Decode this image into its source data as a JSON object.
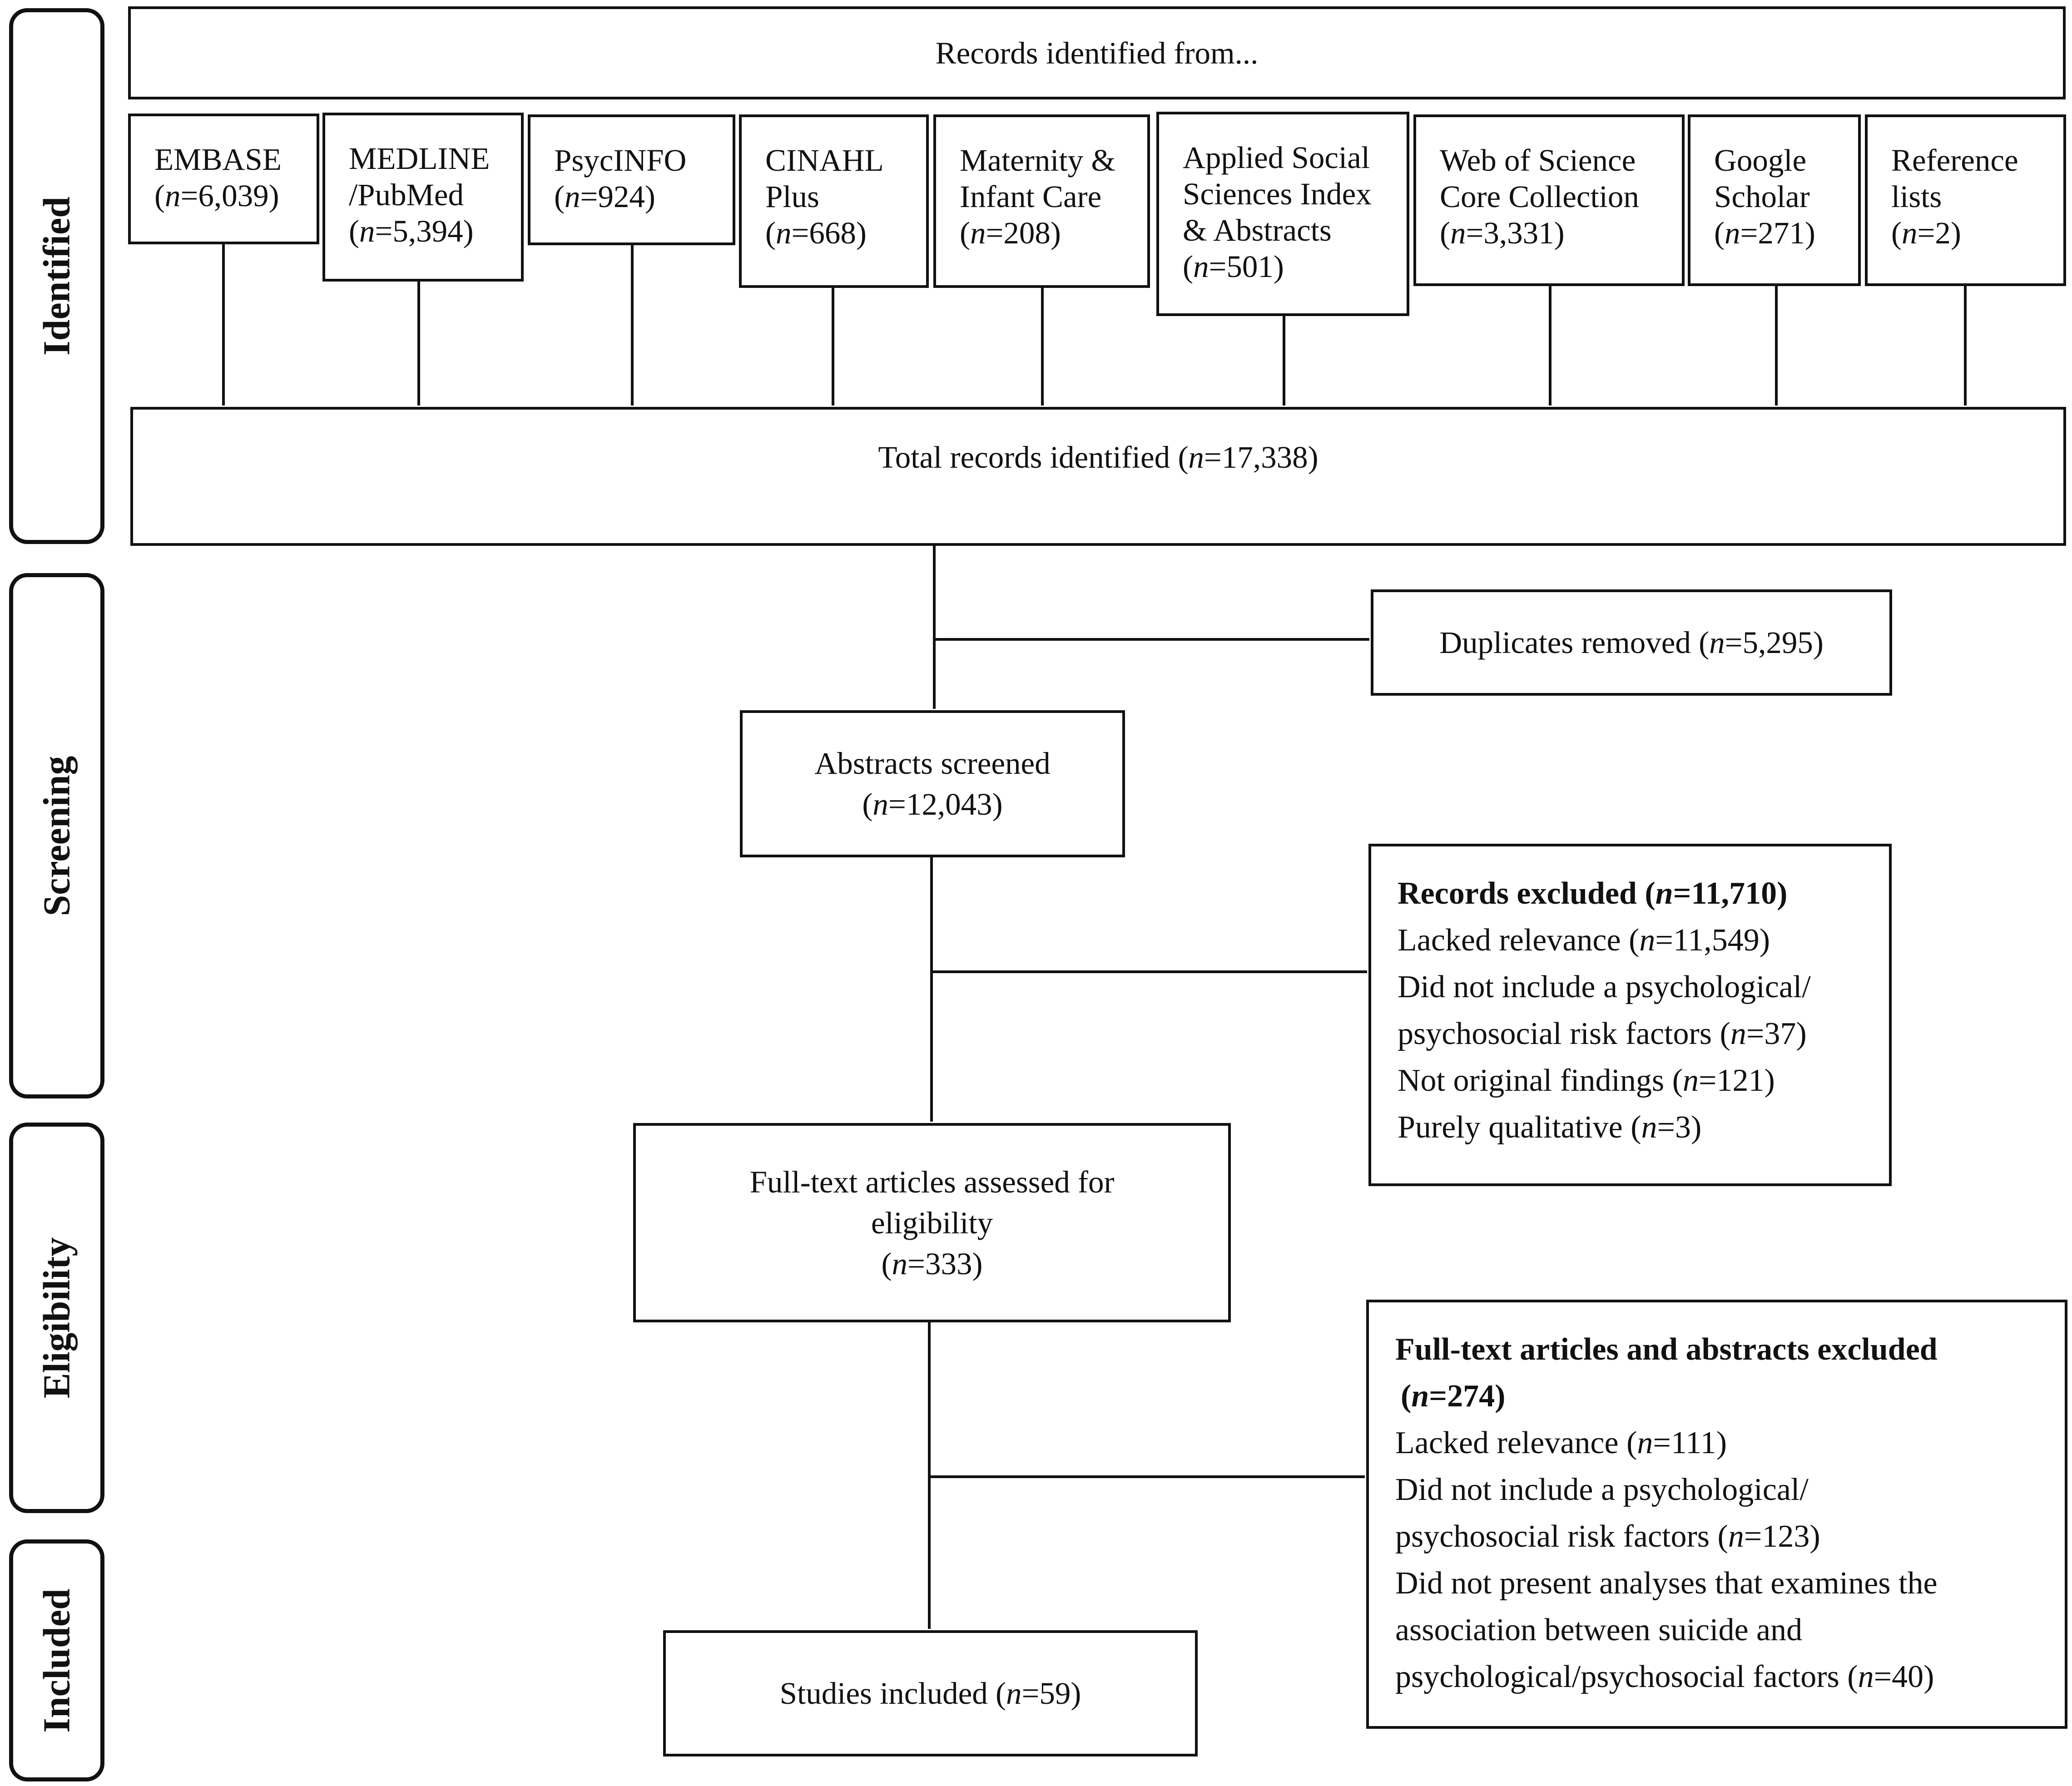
{
  "stages": {
    "identified": "Identified",
    "screening": "Screening",
    "eligibility": "Eligibility",
    "included": "Included"
  },
  "header": "Records identified from...",
  "sources": [
    {
      "name": [
        "EMBASE"
      ],
      "n": "6,039"
    },
    {
      "name": [
        "MEDLINE",
        "/PubMed"
      ],
      "n": "5,394"
    },
    {
      "name": [
        "PsycINFO"
      ],
      "n": "924"
    },
    {
      "name": [
        "CINAHL",
        "Plus"
      ],
      "n": "668"
    },
    {
      "name": [
        "Maternity &",
        "Infant Care"
      ],
      "n": "208"
    },
    {
      "name": [
        "Applied Social",
        "Sciences Index",
        "& Abstracts"
      ],
      "n": "501"
    },
    {
      "name": [
        "Web of Science",
        "Core Collection"
      ],
      "n": "3,331"
    },
    {
      "name": [
        "Google",
        "Scholar"
      ],
      "n": "271"
    },
    {
      "name": [
        "Reference",
        "lists"
      ],
      "n": "2"
    }
  ],
  "total": {
    "label": "Total records identified",
    "n": "17,338"
  },
  "duplicates": {
    "label": "Duplicates removed",
    "n": "5,295"
  },
  "abstracts": {
    "label": "Abstracts screened",
    "n": "12,043"
  },
  "records_excluded": {
    "title": "Records excluded",
    "n": "11,710",
    "reasons": [
      {
        "lines": [
          "Lacked relevance"
        ],
        "n": "11,549"
      },
      {
        "lines": [
          "Did not include a psychological/",
          "psychosocial risk factors"
        ],
        "n": "37"
      },
      {
        "lines": [
          "Not original findings"
        ],
        "n": "121"
      },
      {
        "lines": [
          "Purely qualitative"
        ],
        "n": "3"
      }
    ]
  },
  "fulltext": {
    "lines": [
      "Full-text articles assessed for",
      "eligibility"
    ],
    "n": "333"
  },
  "fulltext_excluded": {
    "title": "Full-text articles and abstracts excluded",
    "n": "274",
    "reasons": [
      {
        "lines": [
          "Lacked relevance"
        ],
        "n": "111"
      },
      {
        "lines": [
          "Did not include a psychological/",
          "psychosocial risk factors"
        ],
        "n": "123"
      },
      {
        "lines": [
          "Did not present analyses that examines the",
          "association between suicide and",
          "psychological/psychosocial factors"
        ],
        "n": "40"
      }
    ]
  },
  "included": {
    "label": "Studies included",
    "n": "59"
  }
}
